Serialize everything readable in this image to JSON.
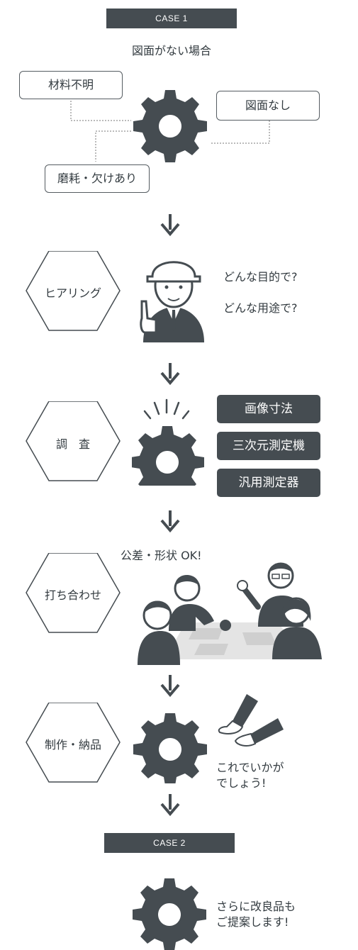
{
  "case1": {
    "banner": "CASE 1",
    "title": "図面がない場合"
  },
  "problems": [
    "材料不明",
    "図面なし",
    "磨耗・欠けあり"
  ],
  "steps": [
    {
      "label": "ヒアリング",
      "notes": [
        "どんな目的で?",
        "どんな用途で?"
      ]
    },
    {
      "label": "調　査",
      "methods": [
        "画像寸法",
        "三次元測定機",
        "汎用測定器"
      ]
    },
    {
      "label": "打ち合わせ",
      "caption": "公差・形状 OK!"
    },
    {
      "label": "制作・納品",
      "notes": [
        "これでいかが",
        "でしょう!"
      ]
    }
  ],
  "case2": {
    "banner": "CASE 2",
    "notes": [
      "さらに改良品も",
      "ご提案します!"
    ]
  },
  "colors": {
    "dark": "#454c51",
    "line": "#555c61",
    "paper": "#d9d9d9"
  }
}
